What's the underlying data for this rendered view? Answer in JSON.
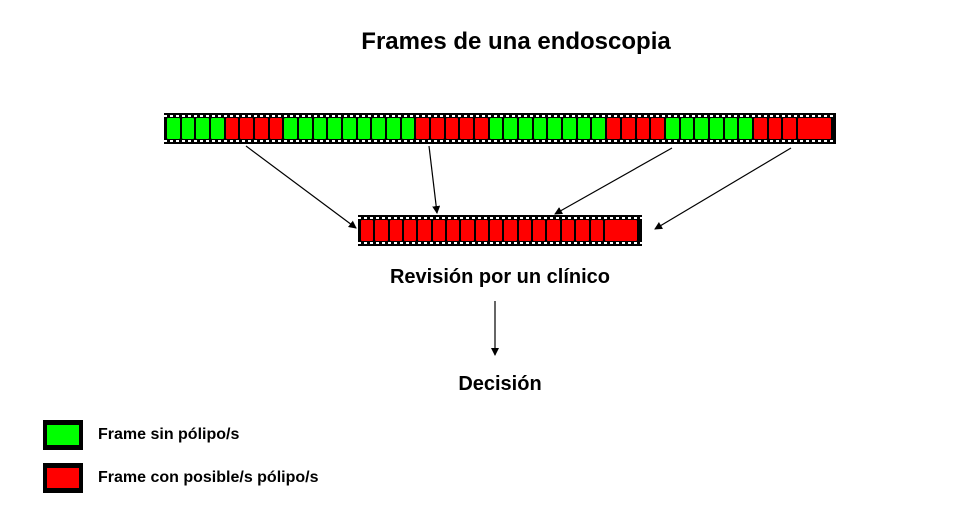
{
  "title": "Frames de una endoscopia",
  "colors": {
    "no_polyp": "#00ff00",
    "polyp": "#ff0000",
    "film": "#000000"
  },
  "main_strip": {
    "frames": [
      "g",
      "g",
      "g",
      "g",
      "r",
      "r",
      "r",
      "r",
      "g",
      "g",
      "g",
      "g",
      "g",
      "g",
      "g",
      "g",
      "g",
      "r",
      "r",
      "r",
      "r",
      "r",
      "g",
      "g",
      "g",
      "g",
      "g",
      "g",
      "g",
      "g",
      "r",
      "r",
      "r",
      "r",
      "g",
      "g",
      "g",
      "g",
      "g",
      "g",
      "r",
      "r",
      "r",
      "R"
    ]
  },
  "selected_strip": {
    "frames": [
      "r",
      "r",
      "r",
      "r",
      "r",
      "r",
      "r",
      "r",
      "r",
      "r",
      "r",
      "r",
      "r",
      "r",
      "r",
      "r",
      "r",
      "R"
    ]
  },
  "stages": {
    "review": "Revisión por un clínico",
    "decision": "Decisión"
  },
  "legend": [
    {
      "label": "Frame sin pólipo/s",
      "color": "green"
    },
    {
      "label": "Frame con posible/s pólipo/s",
      "color": "red"
    }
  ]
}
